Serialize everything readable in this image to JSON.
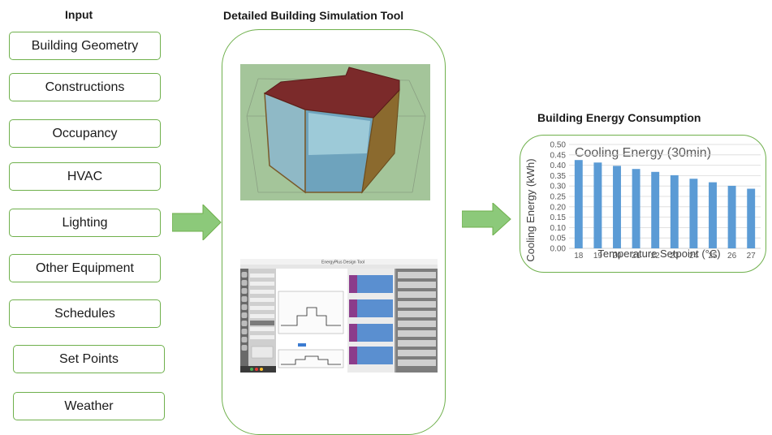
{
  "input": {
    "title": "Input",
    "items": [
      "Building Geometry",
      "Constructions",
      "Occupancy",
      "HVAC",
      "Lighting",
      "Other Equipment",
      "Schedules",
      "Set Points",
      "Weather"
    ]
  },
  "tool": {
    "title": "Detailed Building Simulation Tool",
    "window_title": "EnergyPlus Design Tool"
  },
  "output": {
    "title": "Building Energy Consumption"
  },
  "colors": {
    "accent_green": "#6fb04c",
    "arrow_green": "#8cc97a",
    "bar_blue": "#5b9bd5"
  },
  "chart_data": {
    "type": "bar",
    "title": "Cooling Energy (30min)",
    "xlabel": "Temperature Setpoint (°C)",
    "ylabel": "Cooling Energy (kWh)",
    "categories": [
      "18",
      "19",
      "20",
      "21",
      "22",
      "23",
      "24",
      "25",
      "26",
      "27"
    ],
    "values": [
      0.425,
      0.413,
      0.397,
      0.382,
      0.368,
      0.352,
      0.335,
      0.318,
      0.301,
      0.287
    ],
    "ylim": [
      0,
      0.5
    ],
    "yticks": [
      "0.00",
      "0.05",
      "0.10",
      "0.15",
      "0.20",
      "0.25",
      "0.30",
      "0.35",
      "0.40",
      "0.45",
      "0.50"
    ],
    "grid": true,
    "legend": "none"
  }
}
